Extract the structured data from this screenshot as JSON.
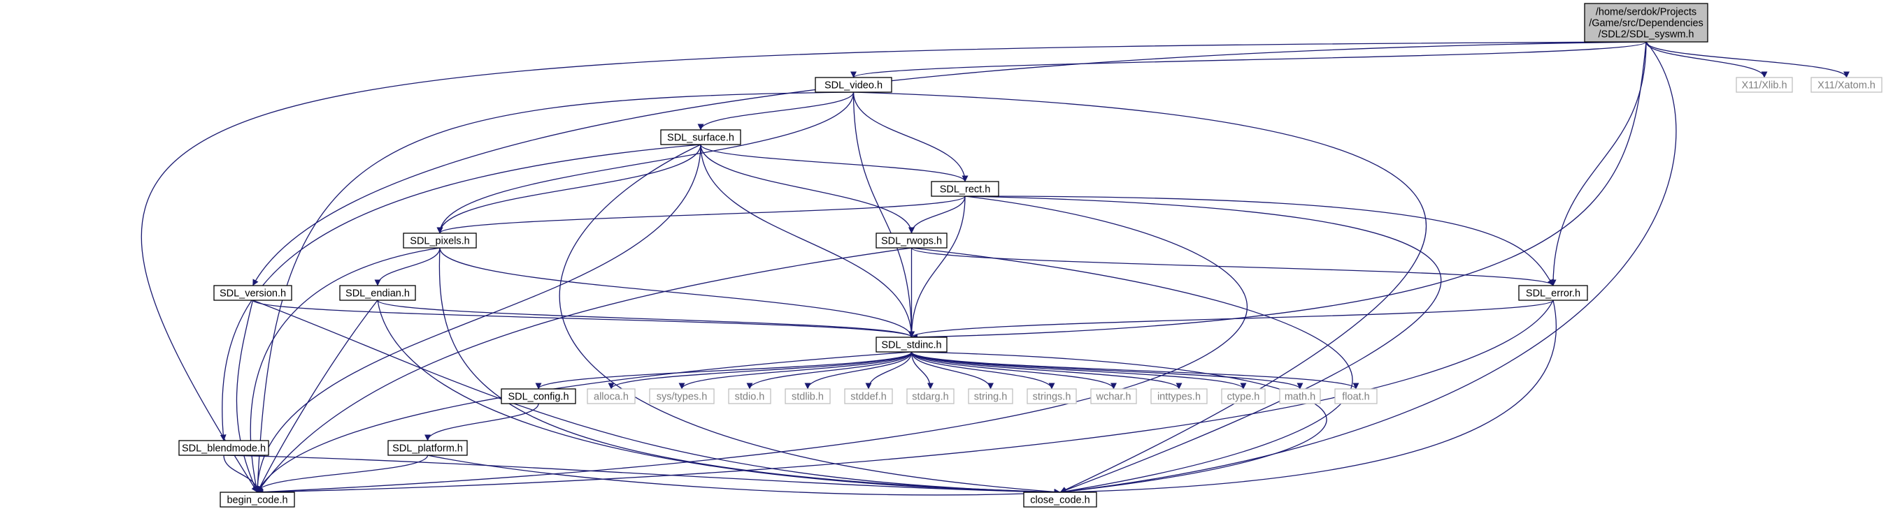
{
  "title": "/home/serdok/Projects/Game/src/Dependencies/SDL2/SDL_syswm.h",
  "colors": {
    "edge": "#191970",
    "project_border": "#000000",
    "external_border": "#bfbfbf",
    "root_fill": "#bfbfbf",
    "node_fill": "#ffffff",
    "project_text": "#000000",
    "external_text": "#7f7f7f"
  },
  "nodes": [
    {
      "id": "root",
      "lines": [
        "/home/serdok/Projects",
        "/Game/src/Dependencies",
        "/SDL2/SDL_syswm.h"
      ],
      "kind": "root"
    },
    {
      "id": "video",
      "lines": [
        "SDL_video.h"
      ],
      "kind": "project"
    },
    {
      "id": "xlib",
      "lines": [
        "X11/Xlib.h"
      ],
      "kind": "external"
    },
    {
      "id": "xatom",
      "lines": [
        "X11/Xatom.h"
      ],
      "kind": "external"
    },
    {
      "id": "surface",
      "lines": [
        "SDL_surface.h"
      ],
      "kind": "project"
    },
    {
      "id": "rect",
      "lines": [
        "SDL_rect.h"
      ],
      "kind": "project"
    },
    {
      "id": "pixels",
      "lines": [
        "SDL_pixels.h"
      ],
      "kind": "project"
    },
    {
      "id": "rwops",
      "lines": [
        "SDL_rwops.h"
      ],
      "kind": "project"
    },
    {
      "id": "version",
      "lines": [
        "SDL_version.h"
      ],
      "kind": "project"
    },
    {
      "id": "endian",
      "lines": [
        "SDL_endian.h"
      ],
      "kind": "project"
    },
    {
      "id": "error",
      "lines": [
        "SDL_error.h"
      ],
      "kind": "project"
    },
    {
      "id": "stdinc",
      "lines": [
        "SDL_stdinc.h"
      ],
      "kind": "project"
    },
    {
      "id": "config",
      "lines": [
        "SDL_config.h"
      ],
      "kind": "project"
    },
    {
      "id": "alloca",
      "lines": [
        "alloca.h"
      ],
      "kind": "external"
    },
    {
      "id": "systypes",
      "lines": [
        "sys/types.h"
      ],
      "kind": "external"
    },
    {
      "id": "stdio",
      "lines": [
        "stdio.h"
      ],
      "kind": "external"
    },
    {
      "id": "stdlib",
      "lines": [
        "stdlib.h"
      ],
      "kind": "external"
    },
    {
      "id": "stddef",
      "lines": [
        "stddef.h"
      ],
      "kind": "external"
    },
    {
      "id": "stdarg",
      "lines": [
        "stdarg.h"
      ],
      "kind": "external"
    },
    {
      "id": "string",
      "lines": [
        "string.h"
      ],
      "kind": "external"
    },
    {
      "id": "strings",
      "lines": [
        "strings.h"
      ],
      "kind": "external"
    },
    {
      "id": "wchar",
      "lines": [
        "wchar.h"
      ],
      "kind": "external"
    },
    {
      "id": "inttypes",
      "lines": [
        "inttypes.h"
      ],
      "kind": "external"
    },
    {
      "id": "ctype",
      "lines": [
        "ctype.h"
      ],
      "kind": "external"
    },
    {
      "id": "math",
      "lines": [
        "math.h"
      ],
      "kind": "external"
    },
    {
      "id": "float",
      "lines": [
        "float.h"
      ],
      "kind": "external"
    },
    {
      "id": "blendmode",
      "lines": [
        "SDL_blendmode.h"
      ],
      "kind": "project"
    },
    {
      "id": "platform",
      "lines": [
        "SDL_platform.h"
      ],
      "kind": "project"
    },
    {
      "id": "begin",
      "lines": [
        "begin_code.h"
      ],
      "kind": "project"
    },
    {
      "id": "close",
      "lines": [
        "close_code.h"
      ],
      "kind": "project"
    }
  ],
  "edges": [
    [
      "root",
      "video"
    ],
    [
      "root",
      "xlib"
    ],
    [
      "root",
      "xatom"
    ],
    [
      "root",
      "version"
    ],
    [
      "root",
      "error"
    ],
    [
      "root",
      "stdinc"
    ],
    [
      "root",
      "begin"
    ],
    [
      "root",
      "close"
    ],
    [
      "video",
      "surface"
    ],
    [
      "video",
      "rect"
    ],
    [
      "video",
      "pixels"
    ],
    [
      "video",
      "stdinc"
    ],
    [
      "video",
      "begin"
    ],
    [
      "video",
      "close"
    ],
    [
      "surface",
      "rect"
    ],
    [
      "surface",
      "pixels"
    ],
    [
      "surface",
      "rwops"
    ],
    [
      "surface",
      "stdinc"
    ],
    [
      "surface",
      "blendmode"
    ],
    [
      "surface",
      "begin"
    ],
    [
      "surface",
      "close"
    ],
    [
      "rect",
      "pixels"
    ],
    [
      "rect",
      "rwops"
    ],
    [
      "rect",
      "error"
    ],
    [
      "rect",
      "stdinc"
    ],
    [
      "rect",
      "begin"
    ],
    [
      "rect",
      "close"
    ],
    [
      "pixels",
      "endian"
    ],
    [
      "pixels",
      "stdinc"
    ],
    [
      "pixels",
      "begin"
    ],
    [
      "pixels",
      "close"
    ],
    [
      "rwops",
      "error"
    ],
    [
      "rwops",
      "stdinc"
    ],
    [
      "rwops",
      "begin"
    ],
    [
      "rwops",
      "close"
    ],
    [
      "version",
      "stdinc"
    ],
    [
      "version",
      "begin"
    ],
    [
      "version",
      "close"
    ],
    [
      "endian",
      "stdinc"
    ],
    [
      "endian",
      "begin"
    ],
    [
      "endian",
      "close"
    ],
    [
      "error",
      "stdinc"
    ],
    [
      "error",
      "begin"
    ],
    [
      "error",
      "close"
    ],
    [
      "stdinc",
      "config"
    ],
    [
      "stdinc",
      "alloca"
    ],
    [
      "stdinc",
      "systypes"
    ],
    [
      "stdinc",
      "stdio"
    ],
    [
      "stdinc",
      "stdlib"
    ],
    [
      "stdinc",
      "stddef"
    ],
    [
      "stdinc",
      "stdarg"
    ],
    [
      "stdinc",
      "string"
    ],
    [
      "stdinc",
      "strings"
    ],
    [
      "stdinc",
      "wchar"
    ],
    [
      "stdinc",
      "inttypes"
    ],
    [
      "stdinc",
      "ctype"
    ],
    [
      "stdinc",
      "math"
    ],
    [
      "stdinc",
      "float"
    ],
    [
      "stdinc",
      "begin"
    ],
    [
      "stdinc",
      "close"
    ],
    [
      "config",
      "platform"
    ],
    [
      "blendmode",
      "begin"
    ],
    [
      "blendmode",
      "close"
    ],
    [
      "platform",
      "begin"
    ],
    [
      "platform",
      "close"
    ]
  ]
}
